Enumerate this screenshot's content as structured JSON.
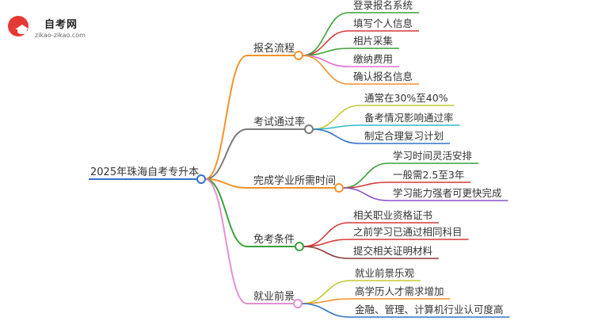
{
  "logo": {
    "name": "自考网",
    "url": "zikao-zikao.com",
    "icon": "graduation-cap-icon",
    "color": "#e53935"
  },
  "mindmap": {
    "root": "2025年珠海自考专升本",
    "branches": [
      {
        "label": "报名流程",
        "color": "#f5922b",
        "children": [
          "登录报名系统",
          "填写个人信息",
          "相片采集",
          "缴纳费用",
          "确认报名信息"
        ],
        "child_colors": [
          "#3aa13a",
          "#d43a3a",
          "#3aa13a",
          "#e46fd4",
          "#f5922b"
        ]
      },
      {
        "label": "考试通过率",
        "color": "#7b7b7b",
        "children": [
          "通常在30%至40%",
          "备考情况影响通过率",
          "制定合理复习计划"
        ],
        "child_colors": [
          "#c4c832",
          "#2bbcc8",
          "#3373c8"
        ]
      },
      {
        "label": "完成学业所需时间",
        "color": "#f5922b",
        "children": [
          "学习时间灵活安排",
          "一般需2.5至3年",
          "学习能力强者可更快完成"
        ],
        "child_colors": [
          "#3aa13a",
          "#d43a3a",
          "#8a55c8"
        ]
      },
      {
        "label": "免考条件",
        "color": "#3aa13a",
        "children": [
          "相关职业资格证书",
          "之前学习已通过相同科目",
          "提交相关证明材料"
        ],
        "child_colors": [
          "#d43a3a",
          "#d43a3a",
          "#8a3a3a"
        ]
      },
      {
        "label": "就业前景",
        "color": "#e48fd4",
        "children": [
          "就业前景乐观",
          "高学历人才需求增加",
          "金融、管理、计算机行业认可度高"
        ],
        "child_colors": [
          "#c4c832",
          "#f5922b",
          "#3373c8"
        ]
      }
    ]
  }
}
